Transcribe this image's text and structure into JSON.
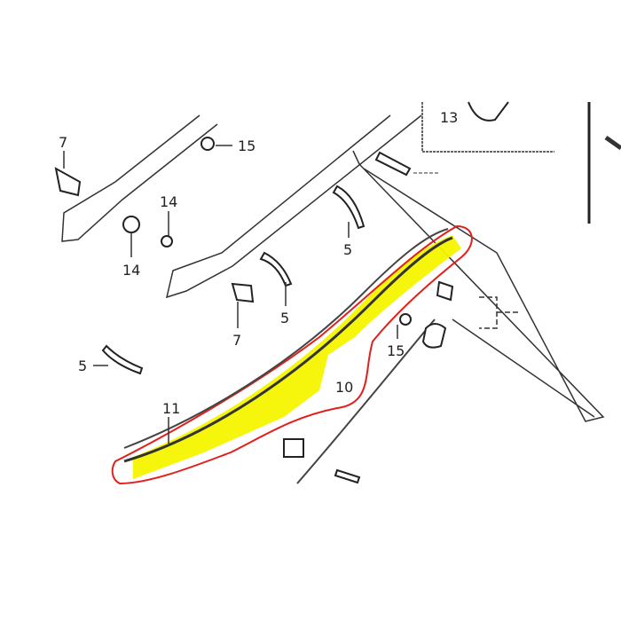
{
  "diagram": {
    "labels": {
      "p7a": "7",
      "p15a": "15",
      "p14a": "14",
      "p14b": "14",
      "p5a": "5",
      "p5b": "5",
      "p7b": "7",
      "p5c": "5",
      "p15b": "15",
      "p10": "10",
      "p11": "11",
      "p13": "13"
    },
    "highlight_color": "#f5f500",
    "outline_color": "#e0201c"
  }
}
